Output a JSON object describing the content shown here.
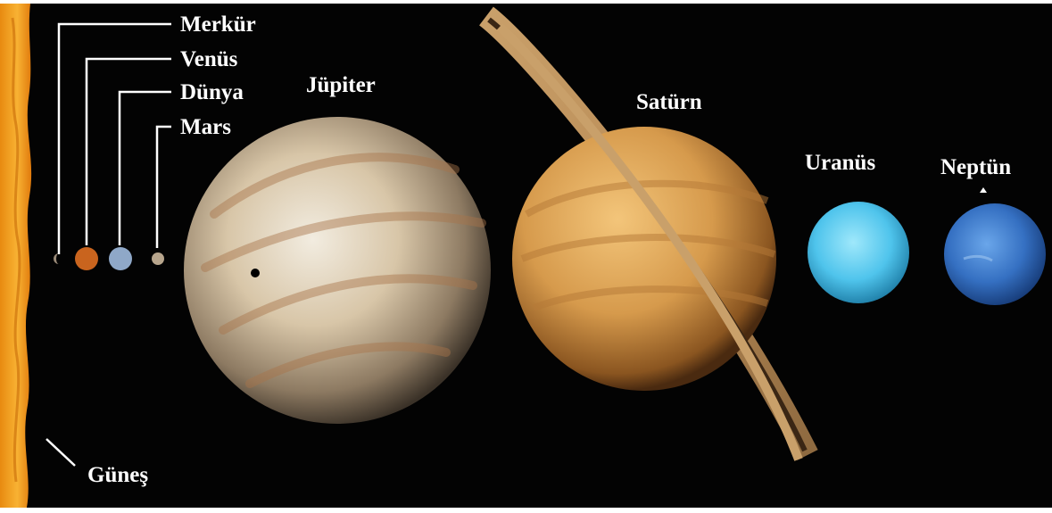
{
  "labels": {
    "mercury": "Merkür",
    "venus": "Venüs",
    "earth": "Dünya",
    "mars": "Mars",
    "jupiter": "Jüpiter",
    "saturn": "Satürn",
    "uranus": "Uranüs",
    "neptune": "Neptün",
    "sun": "Güneş"
  },
  "colors": {
    "space": "#030303",
    "sun": "#f4a21c",
    "mercury": "#9a8a78",
    "venus": "#c9641e",
    "earth": "#8fa8c8",
    "mars": "#b7a58c",
    "jupiter": "#d6c2a2",
    "saturn": "#d9a055",
    "uranus": "#4fc7ec",
    "neptune": "#3a74c4",
    "label": "#ffffff"
  }
}
